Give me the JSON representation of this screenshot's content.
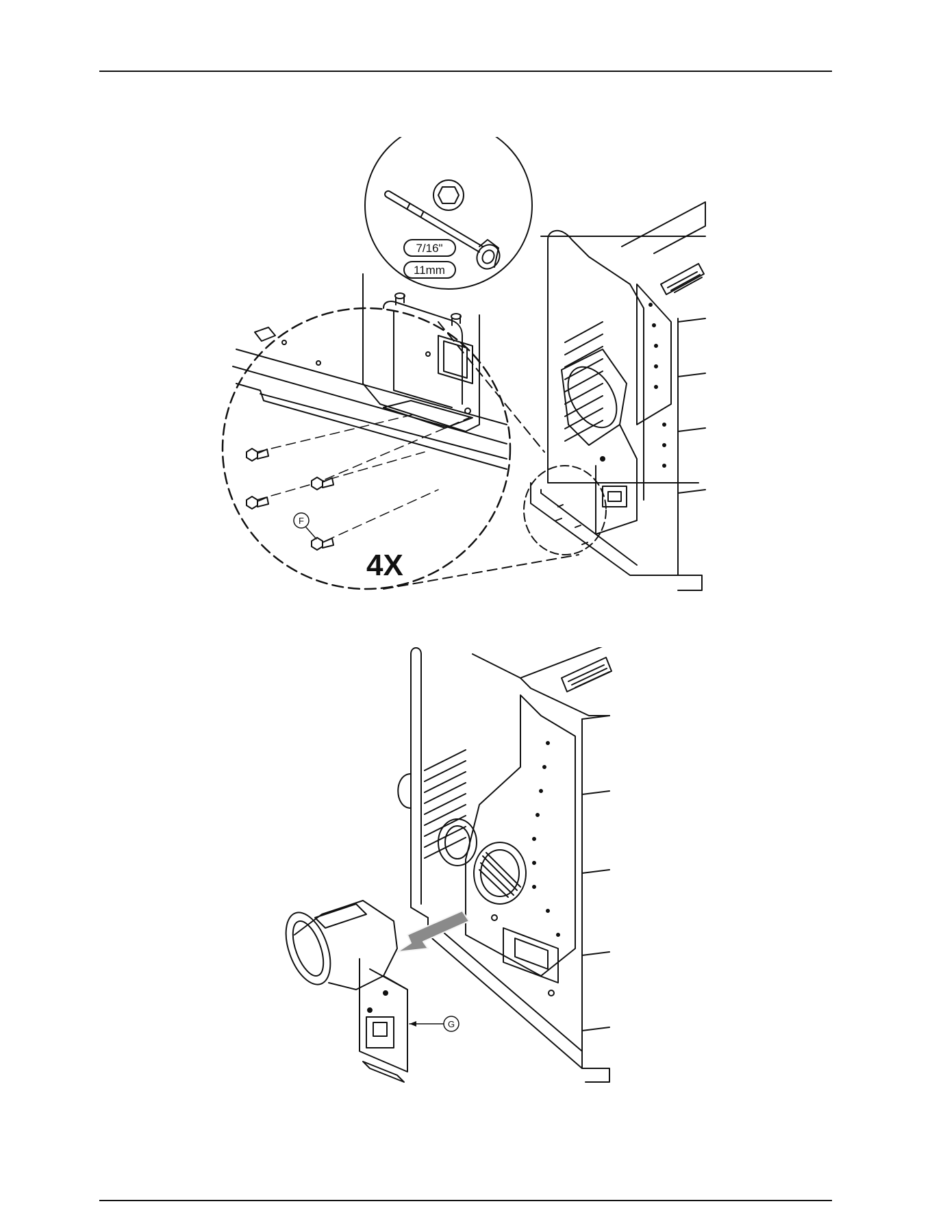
{
  "figure1": {
    "tool_sizes": [
      "7/16\"",
      "11mm"
    ],
    "callout_f": "F",
    "quantity": "4X"
  },
  "figure2": {
    "callout_g": "G"
  },
  "colors": {
    "line": "#111111",
    "arrow_fill": "#8a8a8a",
    "arrow_outline": "#f4f4f4"
  },
  "icons": [
    "hex-nut-icon",
    "socket-wrench-icon",
    "hex-bolt-icon",
    "removal-arrow-icon"
  ]
}
